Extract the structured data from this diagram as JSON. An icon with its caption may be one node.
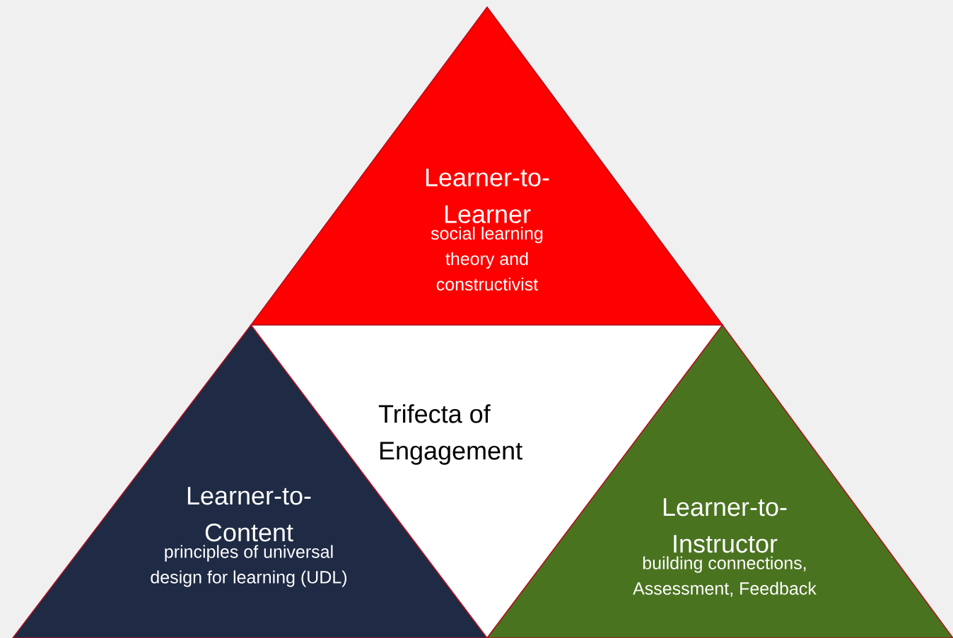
{
  "diagram": {
    "nodes": [
      {
        "text": [
          "Learner-to-Learner",
          "social learning theory and constructivist"
        ]
      },
      {
        "text": [
          "Learner-to-Content",
          "principles of universal design for learning (UDL)"
        ]
      },
      {
        "text": [
          "Trifecta of Engagement"
        ]
      },
      {
        "text": [
          "Learner-to-Instructor",
          "building connections, Assessment, Feedback"
        ]
      }
    ]
  }
}
